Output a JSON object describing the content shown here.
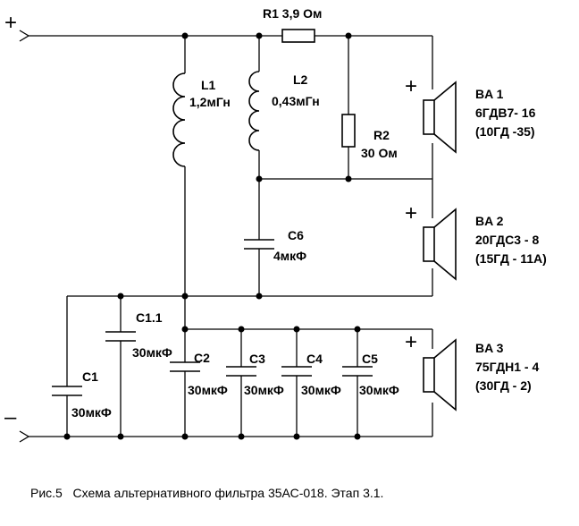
{
  "terminals": {
    "positive": "+",
    "negative": "–"
  },
  "components": {
    "r1": {
      "ref": "R1 3,9 Ом"
    },
    "r2": {
      "ref": "R2",
      "value": "30 Ом"
    },
    "l1": {
      "ref": "L1",
      "value": "1,2мГн"
    },
    "l2": {
      "ref": "L2",
      "value": "0,43мГн"
    },
    "c6": {
      "ref": "C6",
      "value": "4мкФ"
    },
    "c11": {
      "ref": "C1.1",
      "value": "30мкФ"
    },
    "c1": {
      "ref": "C1",
      "value": "30мкФ"
    },
    "c2": {
      "ref": "C2",
      "value": "30мкФ"
    },
    "c3": {
      "ref": "C3",
      "value": "30мкФ"
    },
    "c4": {
      "ref": "C4",
      "value": "30мкФ"
    },
    "c5": {
      "ref": "C5",
      "value": "30мкФ"
    }
  },
  "speakers": [
    {
      "ref": "BA 1",
      "model": "6ГДВ7- 16",
      "alt": "(10ГД -35)",
      "polarity": "+"
    },
    {
      "ref": "BA 2",
      "model": "20ГДС3 - 8",
      "alt": "(15ГД - 11А)",
      "polarity": "+"
    },
    {
      "ref": "BA 3",
      "model": "75ГДН1 - 4",
      "alt": "(30ГД - 2)",
      "polarity": "+"
    }
  ],
  "caption": "Рис.5   Схема альтернативного фильтра 35АС-018. Этап 3.1."
}
